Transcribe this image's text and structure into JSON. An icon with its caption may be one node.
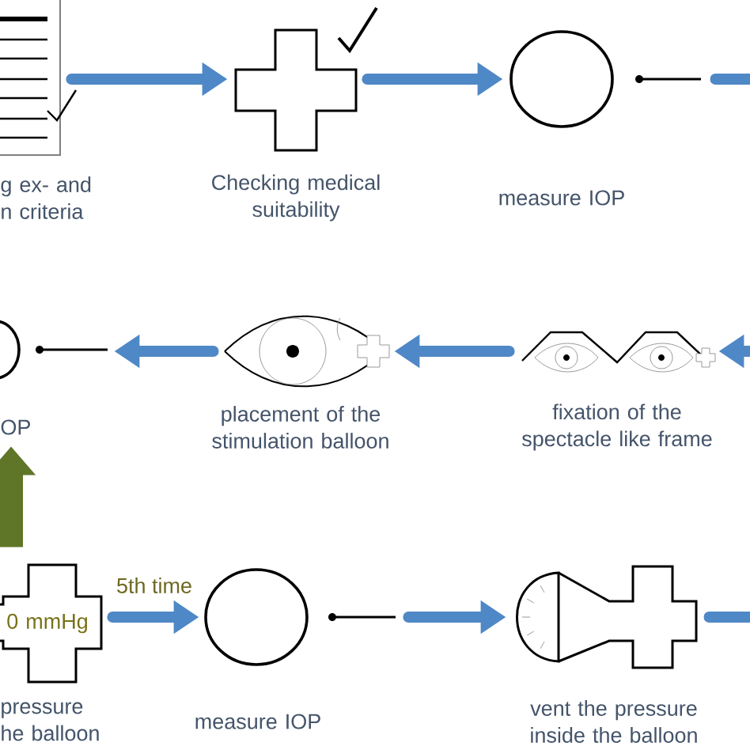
{
  "diagram": {
    "nodes": [
      {
        "text": [
          "g ex- and n criteria"
        ]
      },
      {
        "text": [
          "Checking medical suitability"
        ]
      },
      {
        "text": [
          "measure IOP"
        ]
      },
      {
        "text": [
          "OP"
        ]
      },
      {
        "text": [
          "placement of the stimulation balloon"
        ]
      },
      {
        "text": [
          "fixation of the spectacle like frame"
        ]
      },
      {
        "text": [
          "0 mmHg",
          "pressure he balloon"
        ]
      },
      {
        "text": [
          "measure IOP"
        ]
      },
      {
        "text": [
          "vent the pressure inside the balloon"
        ]
      }
    ],
    "edges": [
      {
        "from": 0,
        "to": 1,
        "arrow": "to"
      },
      {
        "from": 1,
        "to": 2,
        "arrow": "to"
      },
      {
        "from": 2,
        "to": null,
        "arrow": "none"
      },
      {
        "from": null,
        "to": 5,
        "arrow": "to"
      },
      {
        "from": 5,
        "to": 4,
        "arrow": "to"
      },
      {
        "from": 4,
        "to": 3,
        "arrow": "to"
      },
      {
        "from": 6,
        "to": 3,
        "arrow": "to",
        "style": "thick",
        "color": "#5f7527"
      },
      {
        "from": 6,
        "to": 7,
        "arrow": "to",
        "label": "5th time"
      },
      {
        "from": 7,
        "to": 8,
        "arrow": "to"
      },
      {
        "from": 8,
        "to": null,
        "arrow": "none"
      }
    ]
  }
}
